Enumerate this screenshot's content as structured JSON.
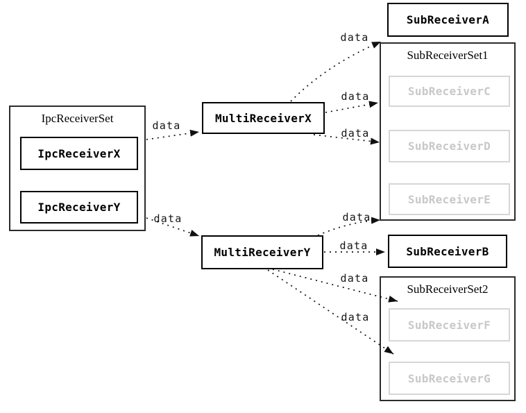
{
  "diagram": {
    "background": "#ffffff",
    "colors": {
      "active_border": "#000000",
      "set_border": "#2b2b2b",
      "inactive_border": "#d6d6d6",
      "inactive_text": "#c8c8c8",
      "edge_color": "#101010"
    },
    "sets": [
      {
        "title": "IpcReceiverSet",
        "children": [
          {
            "label": "IpcReceiverX",
            "state": "active"
          },
          {
            "label": "IpcReceiverY",
            "state": "active"
          }
        ]
      },
      {
        "title": "SubReceiverSet1",
        "children": [
          {
            "label": "SubReceiverC",
            "state": "inactive"
          },
          {
            "label": "SubReceiverD",
            "state": "inactive"
          },
          {
            "label": "SubReceiverE",
            "state": "inactive"
          }
        ]
      },
      {
        "title": "SubReceiverSet2",
        "children": [
          {
            "label": "SubReceiverF",
            "state": "inactive"
          },
          {
            "label": "SubReceiverG",
            "state": "inactive"
          }
        ]
      }
    ],
    "nodes": [
      {
        "label": "MultiReceiverX"
      },
      {
        "label": "MultiReceiverY"
      },
      {
        "label": "SubReceiverA"
      },
      {
        "label": "SubReceiverB"
      }
    ],
    "edges": [
      {
        "from": "IpcReceiverSet",
        "to": "MultiReceiverX",
        "label": "data"
      },
      {
        "from": "IpcReceiverSet",
        "to": "MultiReceiverY",
        "label": "data"
      },
      {
        "from": "MultiReceiverX",
        "to": "SubReceiverA",
        "label": "data"
      },
      {
        "from": "MultiReceiverX",
        "to": "SubReceiverC",
        "label": "data"
      },
      {
        "from": "MultiReceiverX",
        "to": "SubReceiverD",
        "label": "data"
      },
      {
        "from": "MultiReceiverY",
        "to": "SubReceiverE",
        "label": "data"
      },
      {
        "from": "MultiReceiverY",
        "to": "SubReceiverB",
        "label": "data"
      },
      {
        "from": "MultiReceiverY",
        "to": "SubReceiverF",
        "label": "data"
      },
      {
        "from": "MultiReceiverY",
        "to": "SubReceiverG",
        "label": "data"
      }
    ]
  }
}
